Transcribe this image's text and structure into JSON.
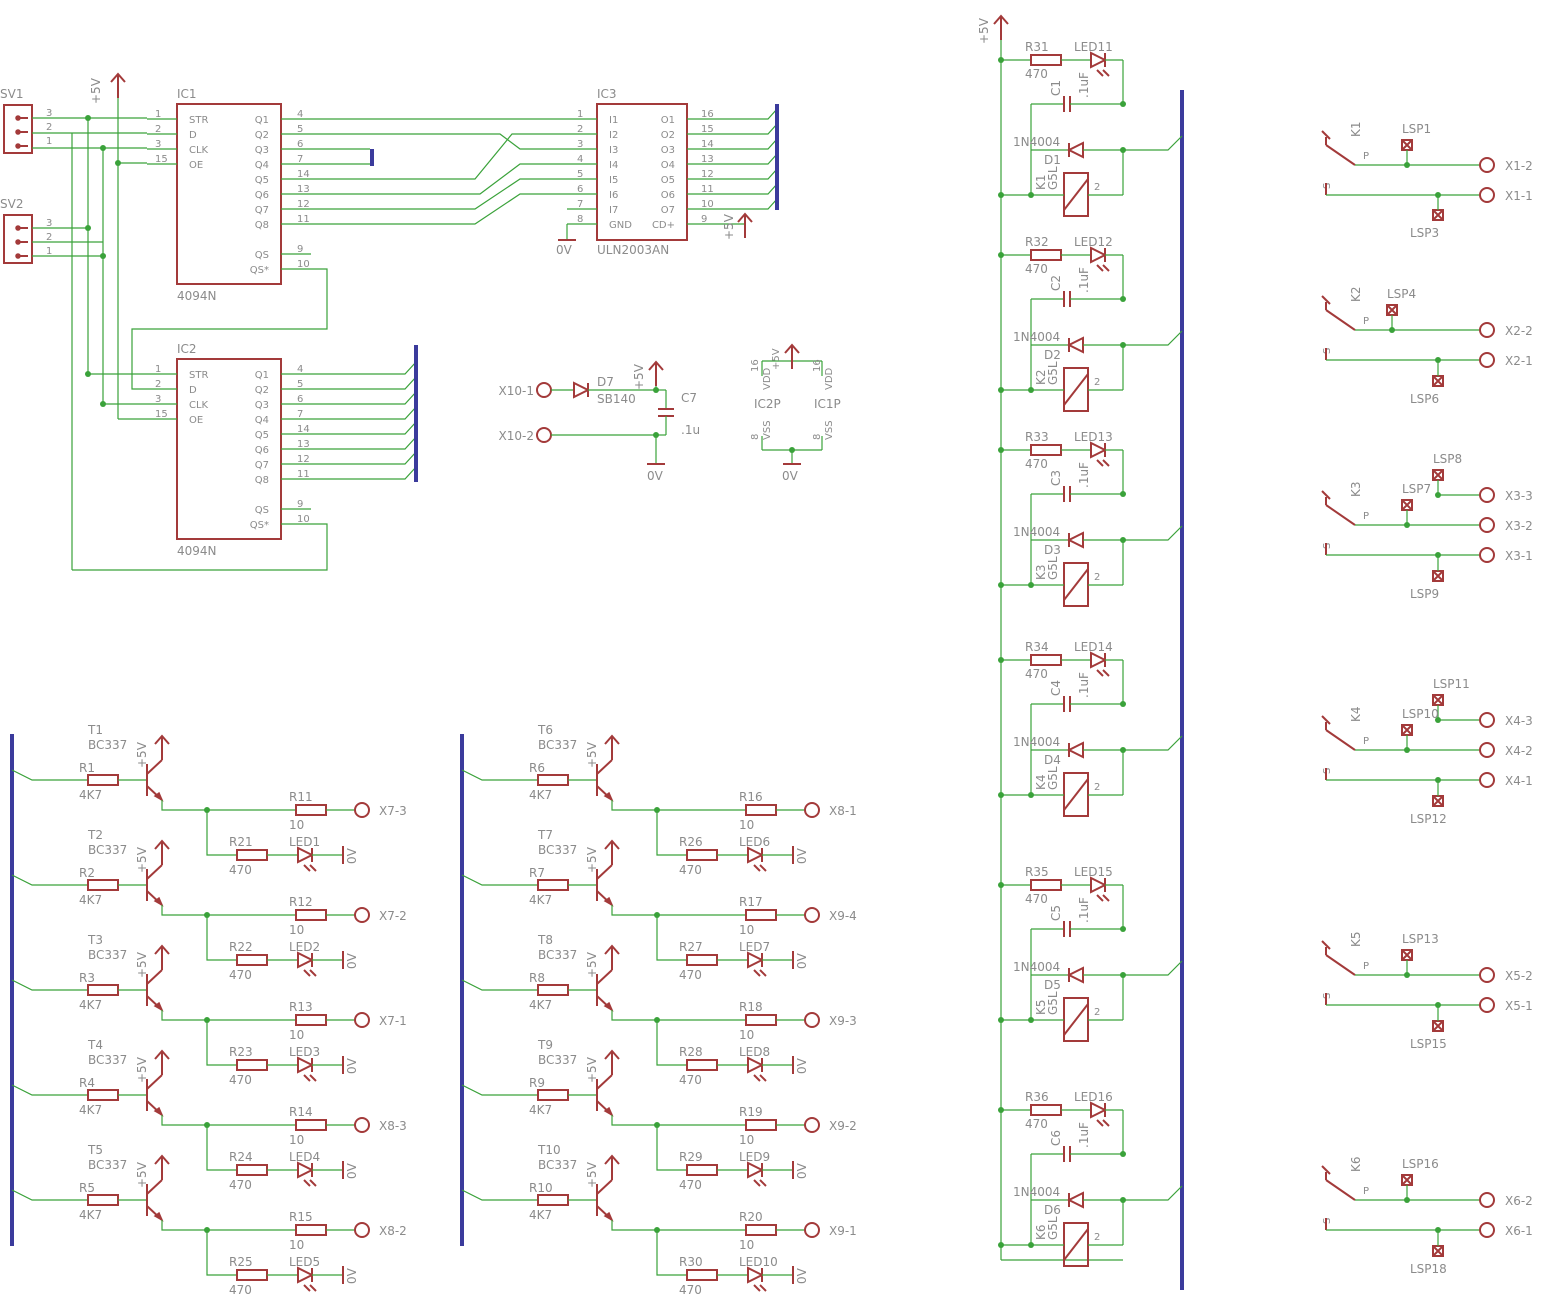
{
  "connectors": {
    "sv1": {
      "name": "SV1",
      "pins": [
        "3",
        "2",
        "1"
      ]
    },
    "sv2": {
      "name": "SV2",
      "pins": [
        "3",
        "2",
        "1"
      ]
    }
  },
  "supply": {
    "vcc": "+5V",
    "gnd": "0V"
  },
  "ic1": {
    "name": "IC1",
    "value": "4094N",
    "left": [
      {
        "num": "1",
        "label": "STR"
      },
      {
        "num": "2",
        "label": "D"
      },
      {
        "num": "3",
        "label": "CLK"
      },
      {
        "num": "15",
        "label": "OE"
      }
    ],
    "right": [
      {
        "num": "4",
        "label": "Q1"
      },
      {
        "num": "5",
        "label": "Q2"
      },
      {
        "num": "6",
        "label": "Q3"
      },
      {
        "num": "7",
        "label": "Q4"
      },
      {
        "num": "14",
        "label": "Q5"
      },
      {
        "num": "13",
        "label": "Q6"
      },
      {
        "num": "12",
        "label": "Q7"
      },
      {
        "num": "11",
        "label": "Q8"
      }
    ],
    "right2": [
      {
        "num": "9",
        "label": "QS"
      },
      {
        "num": "10",
        "label": "QS*"
      }
    ]
  },
  "ic2": {
    "name": "IC2",
    "value": "4094N",
    "left": [
      {
        "num": "1",
        "label": "STR"
      },
      {
        "num": "2",
        "label": "D"
      },
      {
        "num": "3",
        "label": "CLK"
      },
      {
        "num": "15",
        "label": "OE"
      }
    ],
    "right": [
      {
        "num": "4",
        "label": "Q1"
      },
      {
        "num": "5",
        "label": "Q2"
      },
      {
        "num": "6",
        "label": "Q3"
      },
      {
        "num": "7",
        "label": "Q4"
      },
      {
        "num": "14",
        "label": "Q5"
      },
      {
        "num": "13",
        "label": "Q6"
      },
      {
        "num": "12",
        "label": "Q7"
      },
      {
        "num": "11",
        "label": "Q8"
      }
    ],
    "right2": [
      {
        "num": "9",
        "label": "QS"
      },
      {
        "num": "10",
        "label": "QS*"
      }
    ]
  },
  "ic3": {
    "name": "IC3",
    "value": "ULN2003AN",
    "left": [
      {
        "num": "1",
        "label": "I1"
      },
      {
        "num": "2",
        "label": "I2"
      },
      {
        "num": "3",
        "label": "I3"
      },
      {
        "num": "4",
        "label": "I4"
      },
      {
        "num": "5",
        "label": "I5"
      },
      {
        "num": "6",
        "label": "I6"
      },
      {
        "num": "7",
        "label": "I7"
      },
      {
        "num": "8",
        "label": "GND"
      }
    ],
    "right": [
      {
        "num": "16",
        "label": "O1"
      },
      {
        "num": "15",
        "label": "O2"
      },
      {
        "num": "14",
        "label": "O3"
      },
      {
        "num": "13",
        "label": "O4"
      },
      {
        "num": "12",
        "label": "O5"
      },
      {
        "num": "11",
        "label": "O6"
      },
      {
        "num": "10",
        "label": "O7"
      },
      {
        "num": "9",
        "label": "CD+"
      }
    ]
  },
  "power_in": {
    "x1": "X10-1",
    "x2": "X10-2",
    "diode": "D7",
    "diode_value": "SB140",
    "cap": "C7",
    "cap_value": ".1u"
  },
  "ic_power": {
    "a": "IC2P",
    "b": "IC1P",
    "vdd": "VDD",
    "vss": "VSS",
    "vdd_pin": "16",
    "vss_pin": "8"
  },
  "relay_blocks": [
    {
      "r": "R31",
      "rv": "470",
      "led": "LED11",
      "c": "C1",
      "cv": ".1uF",
      "d": "D1",
      "dv": "1N4004",
      "k": "K1",
      "kv": "G5L",
      "kpin": "2"
    },
    {
      "r": "R32",
      "rv": "470",
      "led": "LED12",
      "c": "C2",
      "cv": ".1uF",
      "d": "D2",
      "dv": "1N4004",
      "k": "K2",
      "kv": "G5L",
      "kpin": "2"
    },
    {
      "r": "R33",
      "rv": "470",
      "led": "LED13",
      "c": "C3",
      "cv": ".1uF",
      "d": "D3",
      "dv": "1N4004",
      "k": "K3",
      "kv": "G5L",
      "kpin": "2"
    },
    {
      "r": "R34",
      "rv": "470",
      "led": "LED14",
      "c": "C4",
      "cv": ".1uF",
      "d": "D4",
      "dv": "1N4004",
      "k": "K4",
      "kv": "G5L",
      "kpin": "2"
    },
    {
      "r": "R35",
      "rv": "470",
      "led": "LED15",
      "c": "C5",
      "cv": ".1uF",
      "d": "D5",
      "dv": "1N4004",
      "k": "K5",
      "kv": "G5L",
      "kpin": "2"
    },
    {
      "r": "R36",
      "rv": "470",
      "led": "LED16",
      "c": "C6",
      "cv": ".1uF",
      "d": "D6",
      "dv": "1N4004",
      "k": "K6",
      "kv": "G5L",
      "kpin": "2"
    }
  ],
  "relay_contacts": [
    {
      "k": "K1",
      "p": "P",
      "s": "S",
      "terms": [
        "X1-2",
        "X1-1"
      ],
      "top": [
        "LSP1"
      ],
      "bottom": [
        "LSP3"
      ]
    },
    {
      "k": "K2",
      "p": "P",
      "s": "S",
      "terms": [
        "X2-2",
        "X2-1"
      ],
      "top": [
        "LSP4"
      ],
      "bottom": [
        "LSP6"
      ]
    },
    {
      "k": "K3",
      "p": "P",
      "s": "S",
      "terms": [
        "X3-3",
        "X3-2",
        "X3-1"
      ],
      "top": [
        "LSP8",
        "LSP7"
      ],
      "bottom": [
        "LSP9"
      ]
    },
    {
      "k": "K4",
      "p": "P",
      "s": "S",
      "terms": [
        "X4-3",
        "X4-2",
        "X4-1"
      ],
      "top": [
        "LSP11",
        "LSP10"
      ],
      "bottom": [
        "LSP12"
      ]
    },
    {
      "k": "K5",
      "p": "P",
      "s": "S",
      "terms": [
        "X5-2",
        "X5-1"
      ],
      "top": [
        "LSP13"
      ],
      "bottom": [
        "LSP15"
      ]
    },
    {
      "k": "K6",
      "p": "P",
      "s": "S",
      "terms": [
        "X6-2",
        "X6-1"
      ],
      "top": [
        "LSP16"
      ],
      "bottom": [
        "LSP18"
      ]
    }
  ],
  "drivers": [
    [
      {
        "t": "T1",
        "tv": "BC337",
        "rb": "R1",
        "rbv": "4K7",
        "ro": "R11",
        "rov": "10",
        "out": "X7-3",
        "rl": "R21",
        "rlv": "470",
        "led": "LED1"
      },
      {
        "t": "T2",
        "tv": "BC337",
        "rb": "R2",
        "rbv": "4K7",
        "ro": "R12",
        "rov": "10",
        "out": "X7-2",
        "rl": "R22",
        "rlv": "470",
        "led": "LED2"
      },
      {
        "t": "T3",
        "tv": "BC337",
        "rb": "R3",
        "rbv": "4K7",
        "ro": "R13",
        "rov": "10",
        "out": "X7-1",
        "rl": "R23",
        "rlv": "470",
        "led": "LED3"
      },
      {
        "t": "T4",
        "tv": "BC337",
        "rb": "R4",
        "rbv": "4K7",
        "ro": "R14",
        "rov": "10",
        "out": "X8-3",
        "rl": "R24",
        "rlv": "470",
        "led": "LED4"
      },
      {
        "t": "T5",
        "tv": "BC337",
        "rb": "R5",
        "rbv": "4K7",
        "ro": "R15",
        "rov": "10",
        "out": "X8-2",
        "rl": "R25",
        "rlv": "470",
        "led": "LED5"
      }
    ],
    [
      {
        "t": "T6",
        "tv": "BC337",
        "rb": "R6",
        "rbv": "4K7",
        "ro": "R16",
        "rov": "10",
        "out": "X8-1",
        "rl": "R26",
        "rlv": "470",
        "led": "LED6"
      },
      {
        "t": "T7",
        "tv": "BC337",
        "rb": "R7",
        "rbv": "4K7",
        "ro": "R17",
        "rov": "10",
        "out": "X9-4",
        "rl": "R27",
        "rlv": "470",
        "led": "LED7"
      },
      {
        "t": "T8",
        "tv": "BC337",
        "rb": "R8",
        "rbv": "4K7",
        "ro": "R18",
        "rov": "10",
        "out": "X9-3",
        "rl": "R28",
        "rlv": "470",
        "led": "LED8"
      },
      {
        "t": "T9",
        "tv": "BC337",
        "rb": "R9",
        "rbv": "4K7",
        "ro": "R19",
        "rov": "10",
        "out": "X9-2",
        "rl": "R29",
        "rlv": "470",
        "led": "LED9"
      },
      {
        "t": "T10",
        "tv": "BC337",
        "rb": "R10",
        "rbv": "4K7",
        "ro": "R20",
        "rov": "10",
        "out": "X9-1",
        "rl": "R30",
        "rlv": "470",
        "led": "LED10"
      }
    ]
  ]
}
